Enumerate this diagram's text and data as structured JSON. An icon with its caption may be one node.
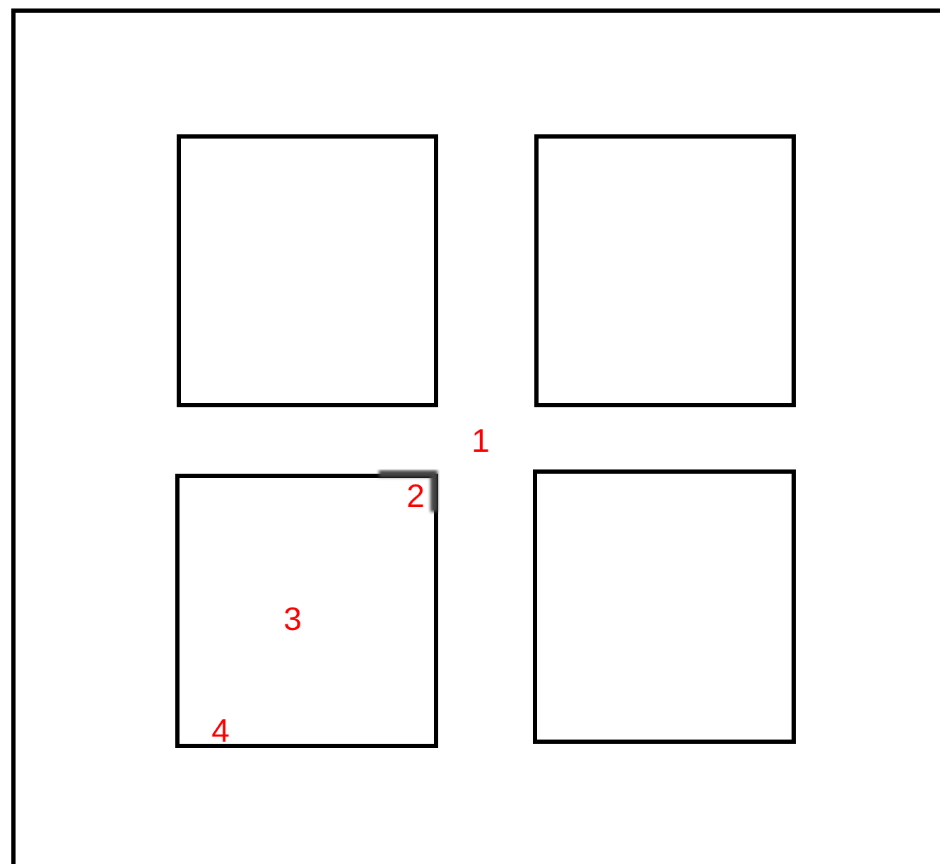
{
  "diagram": {
    "nodes": [
      {
        "text": [],
        "shape": "box"
      },
      {
        "text": [],
        "shape": "box",
        "in": 0
      },
      {
        "text": [],
        "shape": "box",
        "in": 0
      },
      {
        "text": [],
        "shape": "box",
        "in": 0
      },
      {
        "text": [],
        "shape": "box",
        "in": 0
      }
    ],
    "labels": [
      "1",
      "2",
      "3",
      "4"
    ]
  }
}
